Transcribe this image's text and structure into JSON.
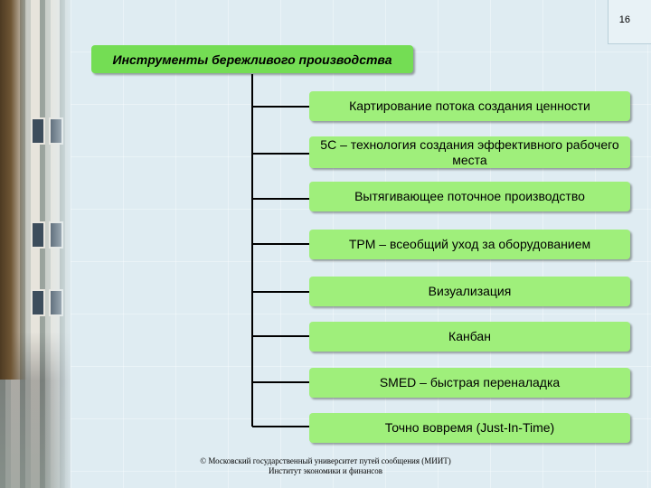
{
  "slide_number": "16",
  "title": "Инструменты бережливого производства",
  "items": [
    "Картирование потока создания ценности",
    "5С – технология создания эффективного рабочего места",
    "Вытягивающее поточное производство",
    "TPM – всеобщий уход за оборудованием",
    "Визуализация",
    "Канбан",
    "SMED – быстрая переналадка",
    "Точно вовремя (Just-In-Time)"
  ],
  "footer": {
    "line1": "© Московский государственный университет путей сообщения (МИИТ)",
    "line2": "Институт экономики и финансов"
  },
  "colors": {
    "title_fill": "#74dd54",
    "item_fill": "#9fef7b",
    "background": "#dfecf2"
  }
}
